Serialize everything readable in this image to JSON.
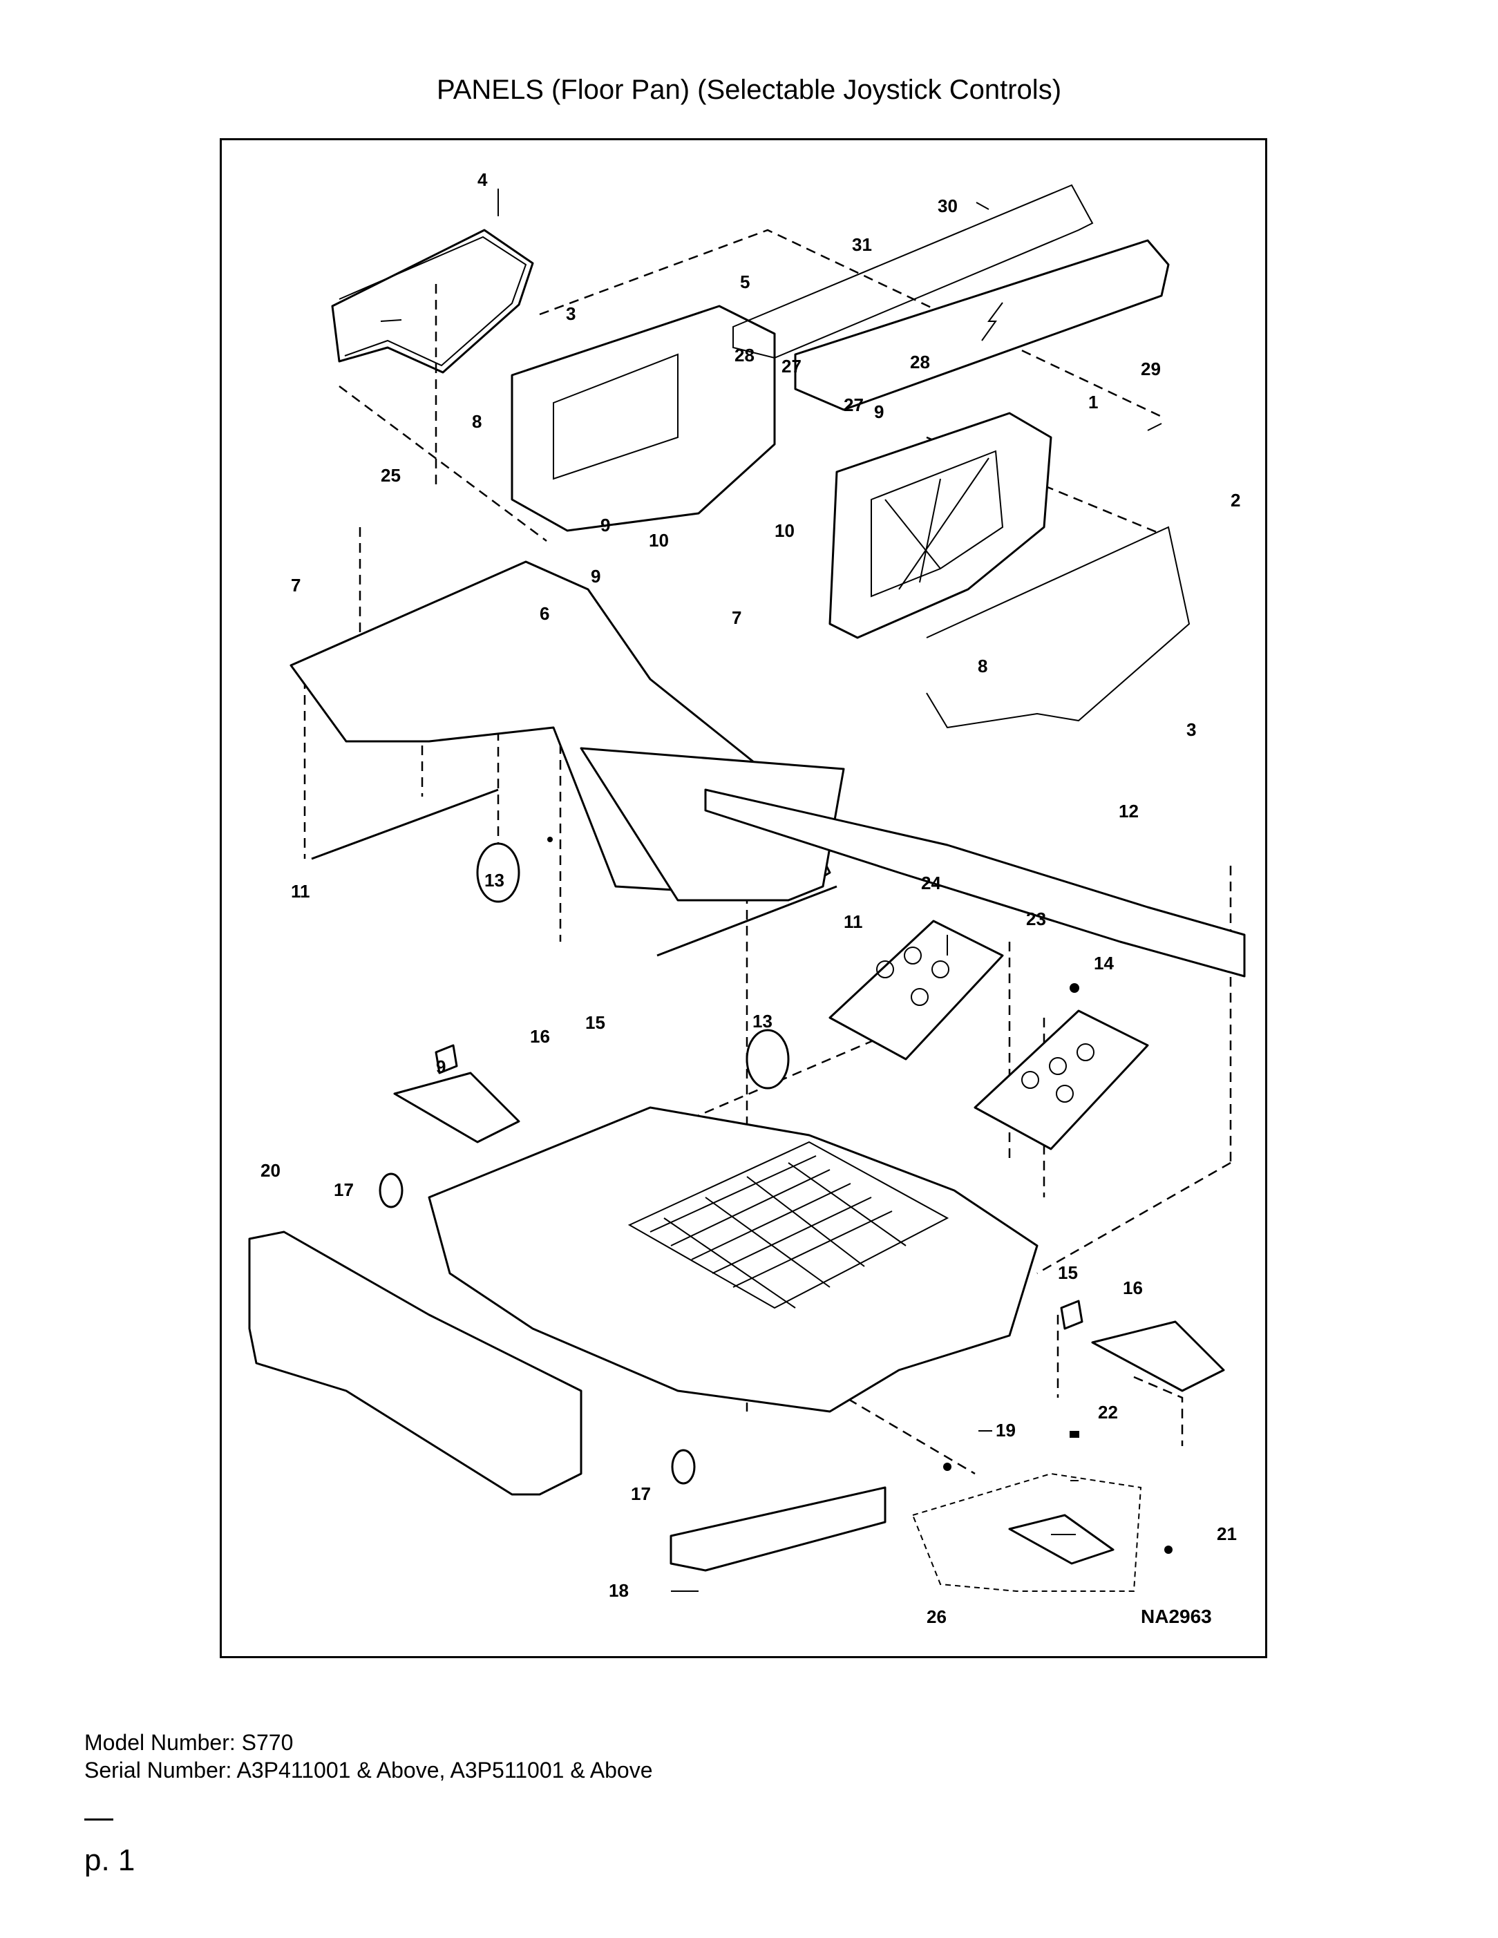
{
  "page": {
    "title": "PANELS (Floor Pan) (Selectable Joystick Controls)",
    "model_number": "Model Number: S770",
    "serial_number": "Serial Number: A3P411001 & Above, A3P511001 & Above",
    "page_number": "p. 1"
  },
  "diagram": {
    "drawing_code": "NA2963",
    "callouts": {
      "c1": "1",
      "c2": "2",
      "c3a": "3",
      "c3b": "3",
      "c4": "4",
      "c5": "5",
      "c6": "6",
      "c7a": "7",
      "c7b": "7",
      "c8a": "8",
      "c8b": "8",
      "c9a": "9",
      "c9b": "9",
      "c9c": "9",
      "c9d": "9",
      "c10a": "10",
      "c10b": "10",
      "c11a": "11",
      "c11b": "11",
      "c12": "12",
      "c13a": "13",
      "c13b": "13",
      "c14": "14",
      "c15a": "15",
      "c15b": "15",
      "c16a": "16",
      "c16b": "16",
      "c17a": "17",
      "c17b": "17",
      "c18": "18",
      "c19": "19",
      "c20": "20",
      "c21": "21",
      "c22": "22",
      "c23": "23",
      "c24": "24",
      "c25": "25",
      "c26": "26",
      "c27a": "27",
      "c27b": "27",
      "c28a": "28",
      "c28b": "28",
      "c29": "29",
      "c30": "30",
      "c31": "31"
    }
  }
}
